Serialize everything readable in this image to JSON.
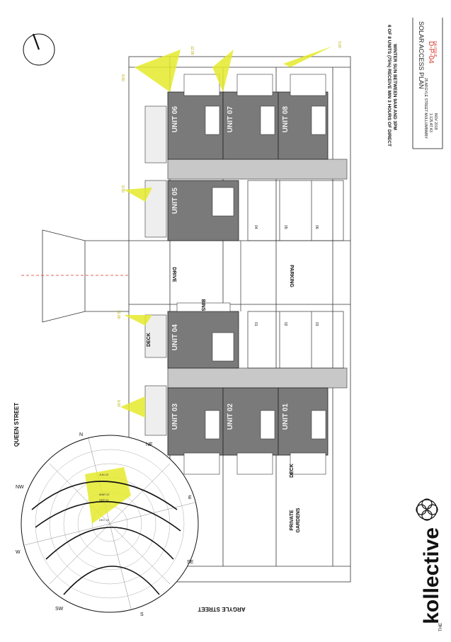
{
  "sheet": {
    "title": "SOLAR ACCESS PLAN",
    "drawing_number": "D-P-04",
    "revision": "DA ISSUE",
    "address": "25 ARGYLE STREET MULLUMBIMBY",
    "scale": "1:125 AT A3",
    "date": "NOV 2018",
    "note_line1": "6 OF 8 UNITS (75%) RECEIVE MIN 3 HOURS OF DIRECT",
    "note_line2": "WINTER SUN BETWEEN 9AM AND 3PM"
  },
  "brand": {
    "name": "kollective",
    "prefix": "THE"
  },
  "streets": {
    "top": "QUEEN STREET",
    "bottom": "ARGYLE STREET"
  },
  "units": [
    "UNIT 01",
    "UNIT 02",
    "UNIT 03",
    "UNIT 04",
    "UNIT 05",
    "UNIT 06",
    "UNIT 07",
    "UNIT 08"
  ],
  "areas": {
    "drive": "DRIVE",
    "parking": "PARKING",
    "bins": "BINS",
    "deck": "DECK",
    "gardens_line1": "PRIVATE",
    "gardens_line2": "GARDENS"
  },
  "parking_bays": [
    "01",
    "02",
    "03",
    "04",
    "05",
    "06"
  ],
  "sun_times": [
    "9.00",
    "12.00",
    "3.00"
  ],
  "compass": {
    "N": "N",
    "NE": "NE",
    "E": "E",
    "SE": "SE",
    "S": "S",
    "SW": "SW",
    "W": "W",
    "NW": "NW"
  },
  "sunpath_labels": [
    "JUN 22",
    "MAR 22",
    "SEP 22",
    "DEC 22"
  ],
  "colors": {
    "sun": "#e5ea2c",
    "unit_fill": "#7a7a7a",
    "ink": "#111111",
    "accent": "#d9342b"
  }
}
